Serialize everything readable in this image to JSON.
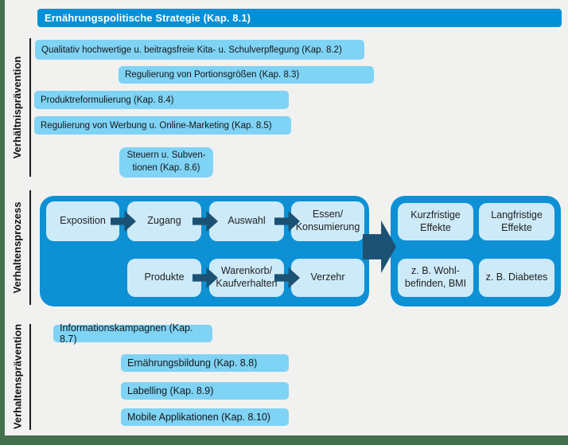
{
  "title": {
    "label": "Ernährungspolitische Strategie (Kap. 8.1)"
  },
  "sections": {
    "verhaeltnis": {
      "label": "Verhältnisprävention",
      "boxes": [
        {
          "label": "Qualitativ hochwertige u. beitragsfreie Kita- u. Schulverpflegung (Kap. 8.2)"
        },
        {
          "label": "Regulierung von Portionsgrößen (Kap. 8.3)"
        },
        {
          "label": "Produktreformulierung (Kap. 8.4)"
        },
        {
          "label": "Regulierung von Werbung u. Online-Marketing (Kap. 8.5)"
        },
        {
          "label": "Steuern u. Subven-\ntionen (Kap. 8.6)"
        }
      ]
    },
    "prozess": {
      "label": "Verhaltensprozess",
      "row1": [
        {
          "label": "Exposition"
        },
        {
          "label": "Zugang"
        },
        {
          "label": "Auswahl"
        },
        {
          "label": "Essen/\nKonsumierung"
        }
      ],
      "row2": [
        {
          "label": "Produkte"
        },
        {
          "label": "Warenkorb/\nKaufverhalten"
        },
        {
          "label": "Verzehr"
        }
      ],
      "effects_row1": [
        {
          "label": "Kurzfristige\nEffekte"
        },
        {
          "label": "Langfristige\nEffekte"
        }
      ],
      "effects_row2": [
        {
          "label": "z. B. Wohl-\nbefinden, BMI"
        },
        {
          "label": "z. B. Diabetes"
        }
      ]
    },
    "verhalten": {
      "label": "Verhaltensprävention",
      "boxes": [
        {
          "label": "Informationskampagnen (Kap. 8.7)"
        },
        {
          "label": "Ernährungsbildung (Kap. 8.8)"
        },
        {
          "label": "Labelling (Kap. 8.9)"
        },
        {
          "label": "Mobile Applikationen (Kap. 8.10)"
        }
      ]
    }
  },
  "colors": {
    "background": "#F1F1F0",
    "frame": "#44704E",
    "title_bar": "#0090D7",
    "light_box": "#7FD3F5",
    "container": "#0E90D4",
    "inner_box": "#CDEAF9",
    "arrow": "#1B5173"
  }
}
